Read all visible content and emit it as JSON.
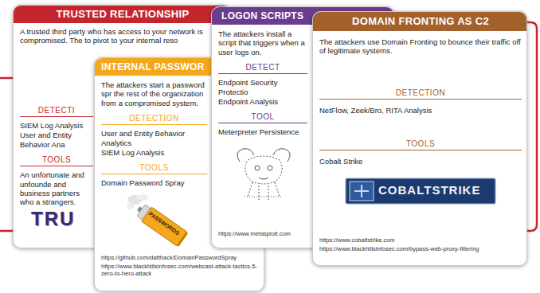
{
  "diagram": {
    "nodes": [
      {
        "text": [
          "TRUSTED RELATIONSHIP",
          "A trusted third party who has access to your network is compromised. The to pivot to your internal reso",
          "DETECTI",
          "SIEM Log Analysis",
          "User and Entity Behavior Ana",
          "TOOLS",
          "An unfortunate and unfounde and business partners who a strangers."
        ]
      },
      {
        "text": [
          "INTERNAL PASSWOR",
          "The attackers start a password spr the rest of the organization from a compromised system.",
          "DETECTION",
          "User and Entity Behavior Analytics",
          "SIEM Log Analysis",
          "TOOLS",
          "Domain Password Spray",
          "https://github.com/dafthack/DomainPasswordSpray",
          "https://www.blackhillsinfosec.com/webcast-attack-tactics-5-zero-to-hero-attack"
        ]
      },
      {
        "text": [
          "LOGON SCRIPTS",
          "The attackers install a script that triggers when a user logs on.",
          "DETECT",
          "Endpoint Security Protectio",
          "Endpoint Analysis",
          "TOOL",
          "Meterpreter Persistence",
          "https://www.metasploit.com"
        ]
      },
      {
        "text": [
          "DOMAIN FRONTING AS C2",
          "The attackers use Domain Fronting to bounce their traffic off of legitimate systems.",
          "DETECTION",
          "NetFlow, Zeek/Bro, RITA Analysis",
          "TOOLS",
          "Cobalt Strike",
          "https://www.cobaltstrike.com",
          "https://www.blackhillsinfosec.com/bypass-web-proxy-filtering"
        ]
      }
    ],
    "labels": [
      "TRU",
      "PASSWORDS",
      "COBALTSTRIKE"
    ]
  }
}
